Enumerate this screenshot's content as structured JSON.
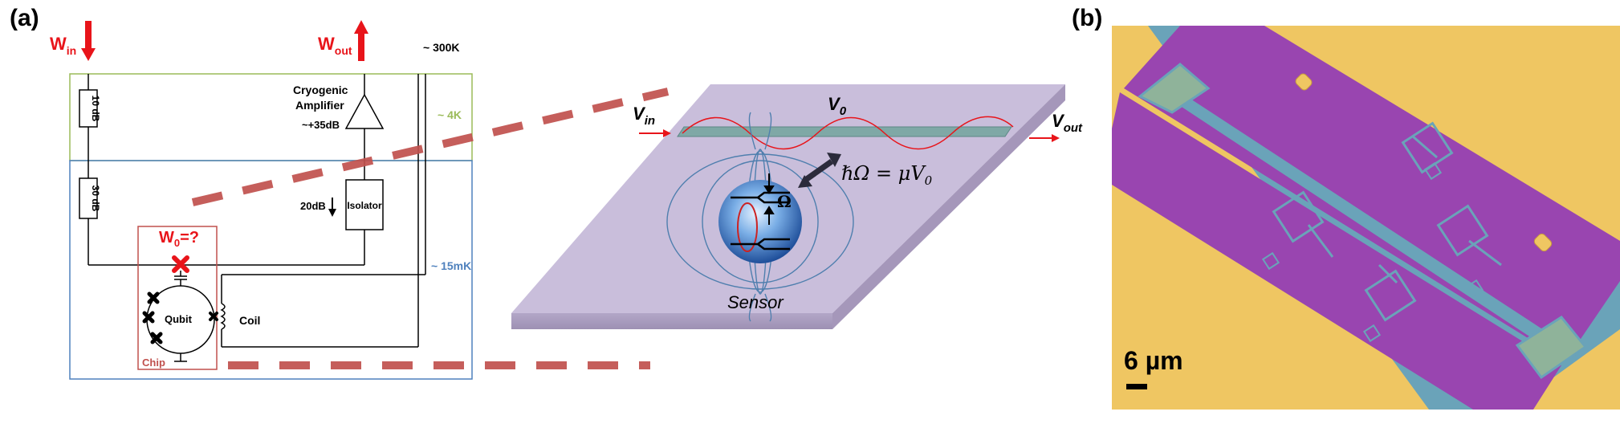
{
  "panel_a": {
    "label": "(a)",
    "w_in": "W",
    "w_in_sub": "in",
    "w_out": "W",
    "w_out_sub": "out",
    "temp_300k": "~ 300K",
    "temp_4k": "~ 4K",
    "temp_15mk": "~ 15mK",
    "attenuator_top": "10 dB",
    "attenuator_bottom": "30 dB",
    "amplifier_line1": "Cryogenic",
    "amplifier_line2": "Amplifier",
    "amplifier_gain": "~+35dB",
    "isolator_loss": "20dB",
    "isolator_label": "Isolator",
    "w0_label": "W",
    "w0_sub": "0",
    "w0_suffix": "=?",
    "qubit_label": "Qubit",
    "coil_label": "Coil",
    "chip_label": "Chip"
  },
  "sensor_view": {
    "v_in": "V",
    "v_in_sub": "in",
    "v_0": "V",
    "v_0_sub": "0",
    "v_out": "V",
    "v_out_sub": "out",
    "equation": "ℏΩ = μV",
    "equation_sub": "0",
    "omega": "Ω",
    "sensor_label": "Sensor"
  },
  "panel_b": {
    "label": "(b)",
    "scale_bar": "6 µm"
  },
  "colors": {
    "red": "#e8141a",
    "zone_4k": "#9bbb59",
    "zone_15mk": "#4f81bd",
    "chip_border": "#c0504d",
    "dashed_link": "#c0504d",
    "slab_top": "#c9bedb",
    "micro_gold": "#efc662",
    "micro_purple": "#9945b0",
    "micro_teal": "#6aa3b9"
  }
}
